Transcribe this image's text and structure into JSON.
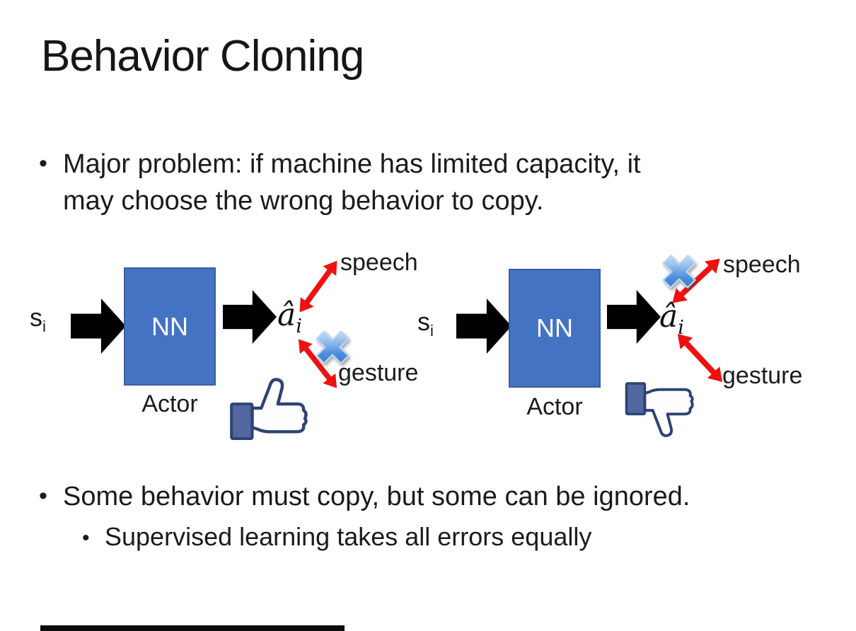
{
  "slide": {
    "title": "Behavior Cloning",
    "bullet_dot": "•",
    "bullet1_line1": "Major problem: if machine has limited capacity, it",
    "bullet1_line2": "may choose the wrong behavior to copy.",
    "bullet2": "Some behavior must copy, but some can be ignored.",
    "sub_bullet": "Supervised learning takes all errors equally"
  },
  "diagrams": [
    {
      "input_label": "s",
      "input_sub": "i",
      "box_label": "NN",
      "caption": "Actor",
      "output_label": "â",
      "output_sub": "i",
      "speech_label": "speech",
      "gesture_label": "gesture",
      "crossed_out": "gesture",
      "feedback_icon": "thumbs-up"
    },
    {
      "input_label": "s",
      "input_sub": "i",
      "box_label": "NN",
      "caption": "Actor",
      "output_label": "â",
      "output_sub": "i",
      "speech_label": "speech",
      "gesture_label": "gesture",
      "crossed_out": "speech",
      "feedback_icon": "thumbs-down"
    }
  ],
  "colors": {
    "text": "#1b1b1b",
    "nn_box": "#4573C4",
    "nn_border": "#3A5F9F",
    "arrow_black": "#000000",
    "arrow_red": "#EE1111",
    "thumb_outline": "#2D4373",
    "thumb_sleeve": "#5266A0",
    "thumb_hand": "#FDFDFD",
    "x_icon_blue": "#4A8FE0"
  }
}
